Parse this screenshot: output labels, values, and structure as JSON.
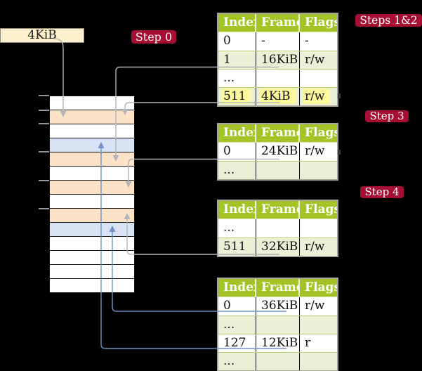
{
  "colors": {
    "background": "#000000",
    "header_green": "#a4c327",
    "row_green": "#eaf0d5",
    "badge_red": "#a60f33",
    "frame_box_cream": "#fdf1cd",
    "highlight_yellow": "#fdfa9e",
    "arrow_gray": "#b4b4ba",
    "arrow_blue": "#7291c4",
    "mem": {
      "white": "#ffffff",
      "orange": "#fce3c8",
      "blue": "#d7e3f4"
    }
  },
  "frame_box": {
    "label": "4KiB"
  },
  "badges": {
    "step0": "Step 0",
    "steps12": "Steps 1&2",
    "step3": "Step 3",
    "step4": "Step 4"
  },
  "memory": {
    "rows": [
      "white",
      "orange",
      "white",
      "blue",
      "orange",
      "white",
      "orange",
      "white",
      "orange",
      "blue",
      "white",
      "white",
      "white",
      "white"
    ]
  },
  "tables": [
    {
      "id": "table1",
      "headers": [
        "Index",
        "Frame",
        "Flags"
      ],
      "rows": [
        {
          "cells": [
            "0",
            "-",
            "-"
          ],
          "highlight": false
        },
        {
          "cells": [
            "1",
            "16KiB",
            "r/w"
          ],
          "highlight": false
        },
        {
          "cells": [
            "...",
            "",
            ""
          ],
          "highlight": false
        },
        {
          "cells": [
            "511",
            "4KiB",
            "r/w"
          ],
          "highlight": true
        }
      ]
    },
    {
      "id": "table2",
      "headers": [
        "Index",
        "Frame",
        "Flags"
      ],
      "rows": [
        {
          "cells": [
            "0",
            "24KiB",
            "r/w"
          ],
          "highlight": false
        },
        {
          "cells": [
            "...",
            "",
            ""
          ],
          "highlight": false
        }
      ]
    },
    {
      "id": "table3",
      "headers": [
        "Index",
        "Frame",
        "Flags"
      ],
      "rows": [
        {
          "cells": [
            "...",
            "",
            ""
          ],
          "highlight": false
        },
        {
          "cells": [
            "511",
            "32KiB",
            "r/w"
          ],
          "highlight": false
        }
      ]
    },
    {
      "id": "table4",
      "headers": [
        "Index",
        "Frame",
        "Flags"
      ],
      "rows": [
        {
          "cells": [
            "0",
            "36KiB",
            "r/w"
          ],
          "highlight": false
        },
        {
          "cells": [
            "...",
            "",
            ""
          ],
          "highlight": false
        },
        {
          "cells": [
            "127",
            "12KiB",
            "r"
          ],
          "highlight": false
        },
        {
          "cells": [
            "...",
            "",
            ""
          ],
          "highlight": false
        }
      ]
    }
  ]
}
